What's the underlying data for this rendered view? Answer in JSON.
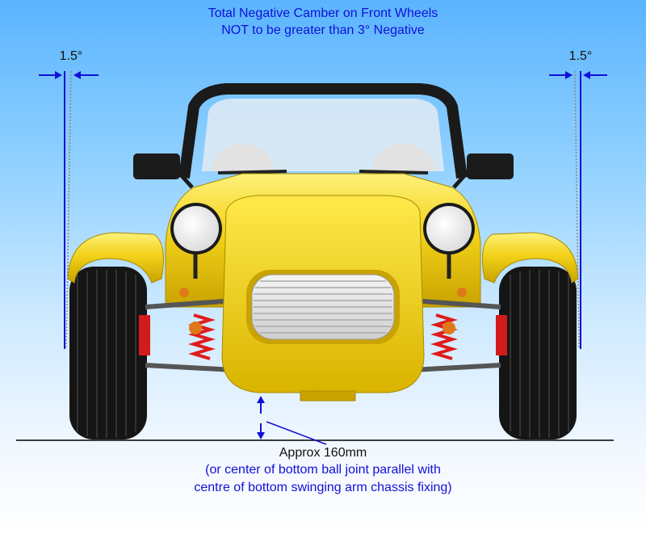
{
  "title": {
    "line1": "Total Negative Camber on Front Wheels",
    "line2": "NOT to be greater than 3° Negative"
  },
  "camber": {
    "left_label": "1.5°",
    "right_label": "1.5°"
  },
  "ride_height": {
    "label": "Approx 160mm",
    "note_line1": "(or center of bottom ball joint parallel with",
    "note_line2": "centre of bottom swinging arm chassis fixing)"
  },
  "colors": {
    "annotation_blue": "#1010d8",
    "car_yellow": "#f2d21a",
    "ground_line": "#000000"
  }
}
